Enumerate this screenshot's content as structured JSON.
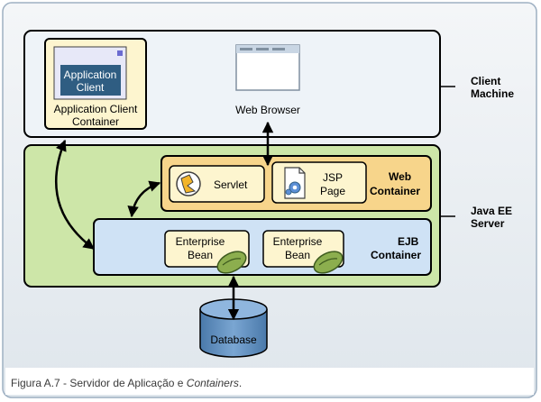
{
  "client_machine": {
    "label_line1": "Client",
    "label_line2": "Machine"
  },
  "java_ee_server": {
    "label_line1": "Java EE",
    "label_line2": "Server"
  },
  "application_client": {
    "window_text_line1": "Application",
    "window_text_line2": "Client",
    "container_line1": "Application Client",
    "container_line2": "Container"
  },
  "web_browser": {
    "label": "Web Browser"
  },
  "web_container": {
    "label_line1": "Web",
    "label_line2": "Container",
    "servlet_label": "Servlet",
    "jsp_line1": "JSP",
    "jsp_line2": "Page"
  },
  "ejb_container": {
    "label_line1": "EJB",
    "label_line2": "Container",
    "beans": [
      {
        "line1": "Enterprise",
        "line2": "Bean"
      },
      {
        "line1": "Enterprise",
        "line2": "Bean"
      }
    ]
  },
  "database": {
    "label": "Database"
  },
  "caption": {
    "prefix": "Figura A.7 - Servidor de Aplicação e ",
    "emphasis": "Containers",
    "suffix": "."
  },
  "colors": {
    "client_bg": "#eef3f8",
    "server_bg": "#cde6a8",
    "web_container_bg": "#f7d58b",
    "ejb_container_bg": "#cfe2f5",
    "component_bg": "#fdf5cf",
    "bean_icon": "#8cae4e",
    "database": "#5f8fc0",
    "app_client_window": "#2f5d82"
  }
}
